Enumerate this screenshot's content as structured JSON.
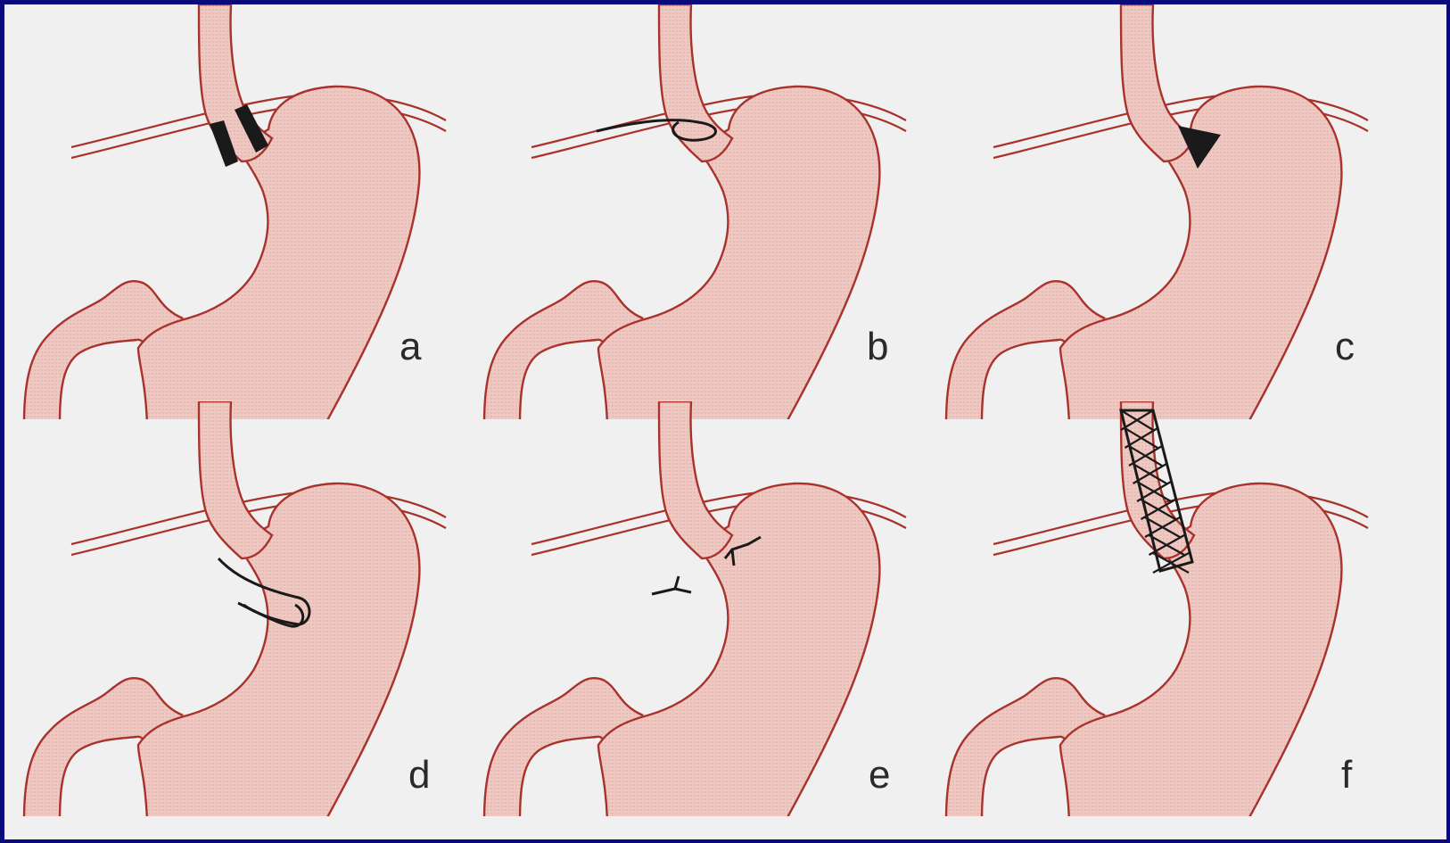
{
  "colors": {
    "frame": "#0a0a7a",
    "background": "#f1f0f0",
    "tissue_fill": "#f0c8c2",
    "tissue_outline": "#a8322c",
    "device": "#1a1a1a"
  },
  "panels": [
    {
      "label": "a",
      "device": "bands"
    },
    {
      "label": "b",
      "device": "loop-ligature"
    },
    {
      "label": "c",
      "device": "wedge"
    },
    {
      "label": "d",
      "device": "tube"
    },
    {
      "label": "e",
      "device": "clips"
    },
    {
      "label": "f",
      "device": "mesh-stent"
    }
  ]
}
